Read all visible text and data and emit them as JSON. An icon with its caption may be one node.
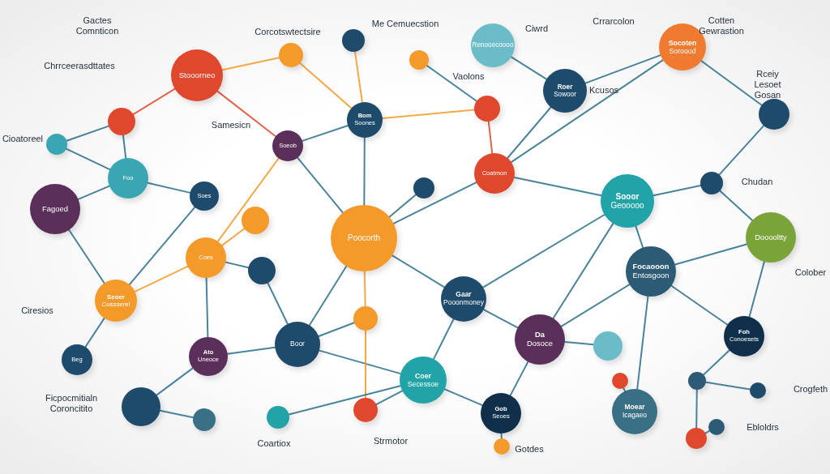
{
  "diagram": {
    "nodes": [
      {
        "text": [
          "Stooorneo"
        ]
      },
      {
        "text": [],
        "shape": "circle"
      },
      {
        "text": [],
        "shape": "circle"
      },
      {
        "text": [
          "Foo"
        ]
      },
      {
        "text": [
          "Fagoed"
        ]
      },
      {
        "text": [
          "Soes"
        ]
      },
      {
        "text": [
          "Soeob"
        ]
      },
      {
        "text": [
          "Bom",
          "Soones"
        ]
      },
      {
        "text": [],
        "shape": "circle"
      },
      {
        "text": [],
        "shape": "circle"
      },
      {
        "text": [],
        "shape": "circle"
      },
      {
        "text": [
          "Renooecoooo"
        ]
      },
      {
        "text": [
          "Roer",
          "Sowoor"
        ]
      },
      {
        "text": [],
        "shape": "circle"
      },
      {
        "text": [
          "Socoten",
          "Soroood"
        ]
      },
      {
        "text": [],
        "shape": "circle"
      },
      {
        "text": [
          "Coatmon"
        ]
      },
      {
        "text": [],
        "shape": "circle"
      },
      {
        "text": [
          "Poocorth"
        ]
      },
      {
        "text": [],
        "shape": "circle"
      },
      {
        "text": [
          "Coes"
        ]
      },
      {
        "text": [],
        "shape": "circle"
      },
      {
        "text": [
          "Seoer",
          "Cossserel"
        ]
      },
      {
        "text": [
          "Beg"
        ]
      },
      {
        "text": [
          "Ato",
          "Uneoce"
        ]
      },
      {
        "text": [],
        "shape": "circle"
      },
      {
        "text": [],
        "shape": "circle"
      },
      {
        "text": [
          "Boor"
        ]
      },
      {
        "text": [],
        "shape": "circle"
      },
      {
        "text": [
          "Gaar",
          "Pooonmoney"
        ]
      },
      {
        "text": [
          "Coer",
          "Secessoe"
        ]
      },
      {
        "text": [],
        "shape": "circle"
      },
      {
        "text": [
          "Gob",
          "Seoes"
        ]
      },
      {
        "text": [],
        "shape": "circle"
      },
      {
        "text": [
          "Da",
          "Dosoce"
        ]
      },
      {
        "text": [
          "Sooor",
          "Geooooo"
        ]
      },
      {
        "text": [
          "Focaooon",
          "Entosgoon"
        ]
      },
      {
        "text": [
          "Dooooltty"
        ]
      },
      {
        "text": [
          "Foh",
          "Conoesets"
        ]
      },
      {
        "text": [
          "Moear",
          "Icagaeo"
        ]
      },
      {
        "text": [],
        "shape": "circle"
      },
      {
        "text": [],
        "shape": "circle"
      },
      {
        "text": [],
        "shape": "circle"
      },
      {
        "text": [],
        "shape": "circle"
      },
      {
        "text": [],
        "shape": "circle"
      },
      {
        "text": [],
        "shape": "circle"
      },
      {
        "text": [],
        "shape": "circle"
      },
      {
        "text": [],
        "shape": "circle"
      }
    ],
    "edges": [
      {
        "from": 0,
        "to": 1,
        "arrow": "none",
        "color": "#e0482e"
      },
      {
        "from": 0,
        "to": 8,
        "arrow": "none",
        "color": "#f39a2b"
      },
      {
        "from": 0,
        "to": 6,
        "arrow": "none",
        "color": "#e0482e"
      },
      {
        "from": 1,
        "to": 3,
        "arrow": "none"
      },
      {
        "from": 1,
        "to": 2,
        "arrow": "none"
      },
      {
        "from": 2,
        "to": 3,
        "arrow": "none"
      },
      {
        "from": 3,
        "to": 4,
        "arrow": "none"
      },
      {
        "from": 3,
        "to": 5,
        "arrow": "none"
      },
      {
        "from": 5,
        "to": 22,
        "arrow": "none"
      },
      {
        "from": 6,
        "to": 7,
        "arrow": "none"
      },
      {
        "from": 6,
        "to": 18,
        "arrow": "none"
      },
      {
        "from": 6,
        "to": 20,
        "arrow": "none",
        "color": "#f39a2b"
      },
      {
        "from": 7,
        "to": 8,
        "arrow": "none",
        "color": "#f39a2b"
      },
      {
        "from": 7,
        "to": 9,
        "arrow": "none",
        "color": "#f39a2b"
      },
      {
        "from": 7,
        "to": 18,
        "arrow": "none"
      },
      {
        "from": 7,
        "to": 13,
        "arrow": "none",
        "color": "#f39a2b"
      },
      {
        "from": 10,
        "to": 13,
        "arrow": "none"
      },
      {
        "from": 11,
        "to": 12,
        "arrow": "none"
      },
      {
        "from": 12,
        "to": 14,
        "arrow": "none"
      },
      {
        "from": 12,
        "to": 16,
        "arrow": "none"
      },
      {
        "from": 14,
        "to": 15,
        "arrow": "none"
      },
      {
        "from": 14,
        "to": 16,
        "arrow": "none"
      },
      {
        "from": 15,
        "to": 40,
        "arrow": "none"
      },
      {
        "from": 16,
        "to": 18,
        "arrow": "none"
      },
      {
        "from": 16,
        "to": 35,
        "arrow": "none"
      },
      {
        "from": 13,
        "to": 16,
        "arrow": "none",
        "color": "#e0482e"
      },
      {
        "from": 17,
        "to": 18,
        "arrow": "none"
      },
      {
        "from": 18,
        "to": 28,
        "arrow": "none",
        "color": "#f39a2b"
      },
      {
        "from": 18,
        "to": 27,
        "arrow": "none"
      },
      {
        "from": 18,
        "to": 29,
        "arrow": "none"
      },
      {
        "from": 19,
        "to": 20,
        "arrow": "none",
        "color": "#f39a2b"
      },
      {
        "from": 20,
        "to": 22,
        "arrow": "none",
        "color": "#f39a2b"
      },
      {
        "from": 20,
        "to": 21,
        "arrow": "none"
      },
      {
        "from": 20,
        "to": 24,
        "arrow": "none"
      },
      {
        "from": 22,
        "to": 23,
        "arrow": "none"
      },
      {
        "from": 22,
        "to": 4,
        "arrow": "none"
      },
      {
        "from": 24,
        "to": 25,
        "arrow": "none"
      },
      {
        "from": 25,
        "to": 26,
        "arrow": "none"
      },
      {
        "from": 24,
        "to": 27,
        "arrow": "none"
      },
      {
        "from": 27,
        "to": 30,
        "arrow": "none"
      },
      {
        "from": 27,
        "to": 28,
        "arrow": "none"
      },
      {
        "from": 28,
        "to": 31,
        "arrow": "none",
        "color": "#f39a2b"
      },
      {
        "from": 29,
        "to": 30,
        "arrow": "none"
      },
      {
        "from": 29,
        "to": 34,
        "arrow": "none"
      },
      {
        "from": 29,
        "to": 35,
        "arrow": "none"
      },
      {
        "from": 30,
        "to": 31,
        "arrow": "none"
      },
      {
        "from": 30,
        "to": 32,
        "arrow": "none"
      },
      {
        "from": 32,
        "to": 33,
        "arrow": "none"
      },
      {
        "from": 32,
        "to": 34,
        "arrow": "none"
      },
      {
        "from": 34,
        "to": 35,
        "arrow": "none"
      },
      {
        "from": 34,
        "to": 36,
        "arrow": "none"
      },
      {
        "from": 35,
        "to": 40,
        "arrow": "none"
      },
      {
        "from": 35,
        "to": 36,
        "arrow": "none"
      },
      {
        "from": 36,
        "to": 38,
        "arrow": "none"
      },
      {
        "from": 36,
        "to": 37,
        "arrow": "none"
      },
      {
        "from": 37,
        "to": 38,
        "arrow": "none"
      },
      {
        "from": 36,
        "to": 39,
        "arrow": "none"
      },
      {
        "from": 40,
        "to": 37,
        "arrow": "none"
      },
      {
        "from": 38,
        "to": 43,
        "arrow": "none"
      },
      {
        "from": 43,
        "to": 45,
        "arrow": "none"
      },
      {
        "from": 43,
        "to": 42,
        "arrow": "none"
      },
      {
        "from": 45,
        "to": 46,
        "arrow": "none"
      },
      {
        "from": 39,
        "to": 44,
        "arrow": "none"
      },
      {
        "from": 41,
        "to": 34,
        "arrow": "none"
      },
      {
        "from": 47,
        "to": 30,
        "arrow": "none"
      },
      {
        "from": 21,
        "to": 27,
        "arrow": "none"
      }
    ],
    "labels": [
      "Gactes Comnticon",
      "Chrrceerasdttates",
      "Corcotswtectsire",
      "Me Cemuecstion",
      "Crrarcolon",
      "Cotten Gewrastion",
      "Ciwrd",
      "Vaolons",
      "Rceiy Lesoet Gosan",
      "Samesicn",
      "Cioatoreel",
      "Kcusos",
      "Chudan",
      "Colober",
      "Ciresios",
      "Ficpocmitialn Coroncitito",
      "Coartiox",
      "Strmotor",
      "Gotdes",
      "Crogfeth",
      "Ebloldrs"
    ]
  }
}
